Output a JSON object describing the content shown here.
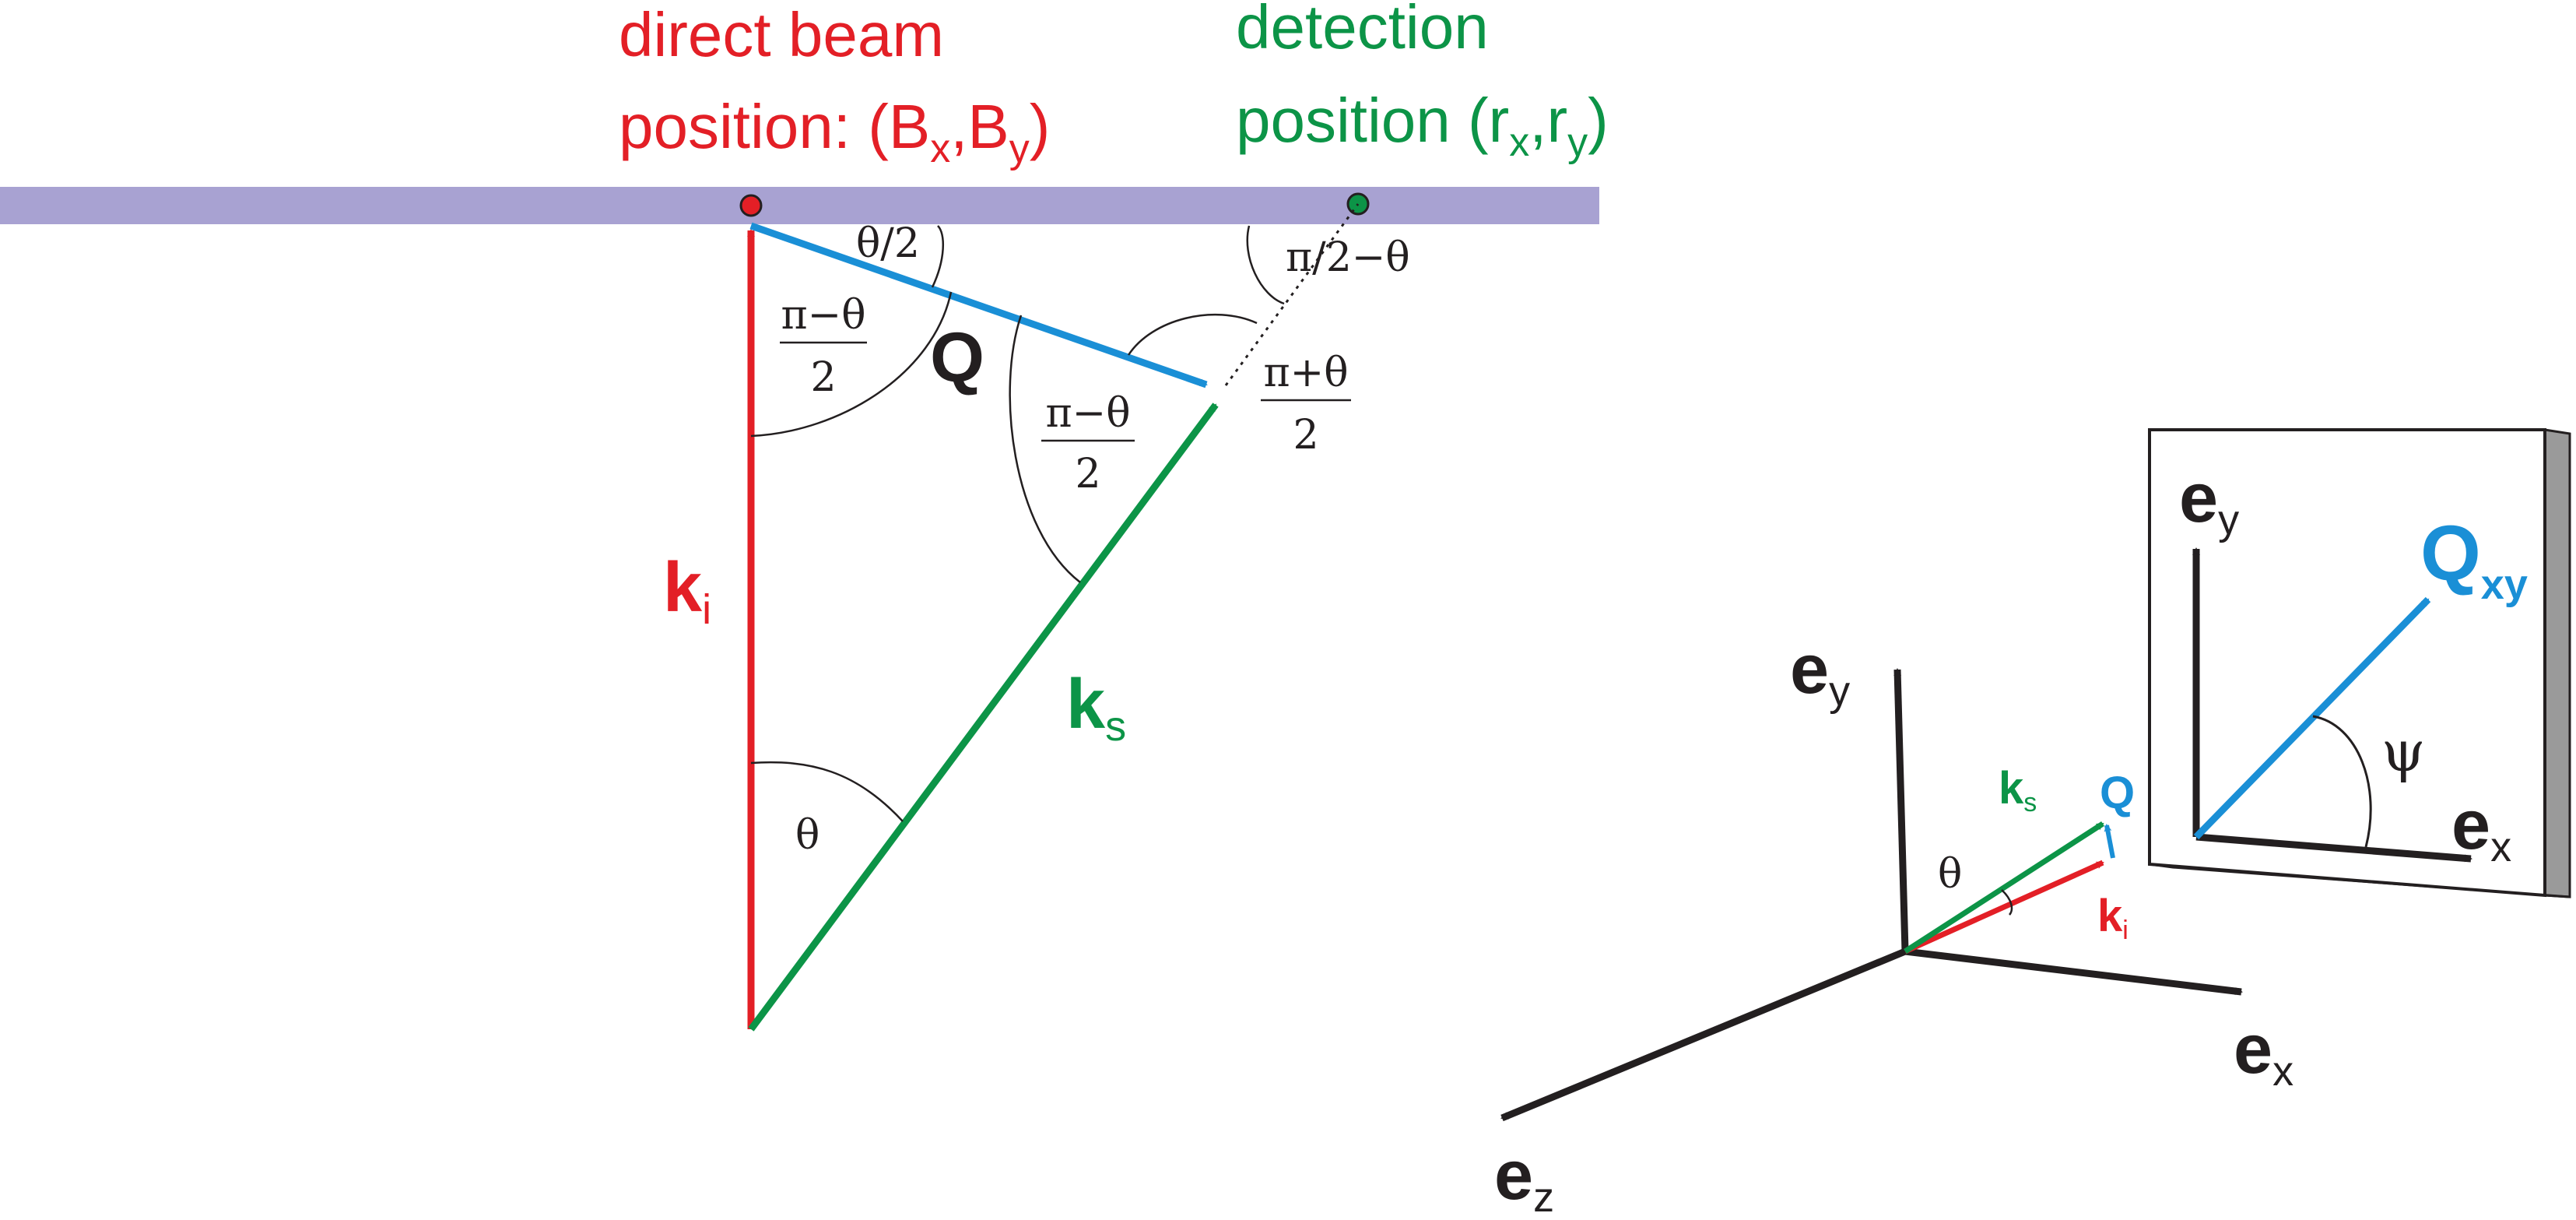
{
  "colors": {
    "red": "#e31f26",
    "green": "#0c9447",
    "blue": "#1a8fd6",
    "black": "#231f20",
    "detector": "#a8a2d2"
  },
  "labels": {
    "direct_beam_line1": "direct beam",
    "direct_beam_line2_prefix": "position: (B",
    "direct_beam_sub_x": "x",
    "direct_beam_comma": ",B",
    "direct_beam_sub_y": "y",
    "direct_beam_close": ")",
    "detection_line1": "detection",
    "detection_line2_prefix": "position (r",
    "detection_sub_x": "x",
    "detection_comma": ",r",
    "detection_sub_y": "y",
    "detection_close": ")"
  },
  "vectors": {
    "ki": "k",
    "ki_sub": "i",
    "ks": "k",
    "ks_sub": "s",
    "q": "Q",
    "qxy": "Q",
    "qxy_sub": "xy"
  },
  "angles": {
    "theta_half": "θ/2",
    "pi_minus_theta_num": "π−θ",
    "den_2": "2",
    "pi_half_minus_theta": "π/2−θ",
    "pi_plus_theta_num": "π+θ",
    "theta": "θ",
    "psi": "ψ"
  },
  "axes": {
    "e": "e",
    "x": "x",
    "y": "y",
    "z": "z"
  }
}
